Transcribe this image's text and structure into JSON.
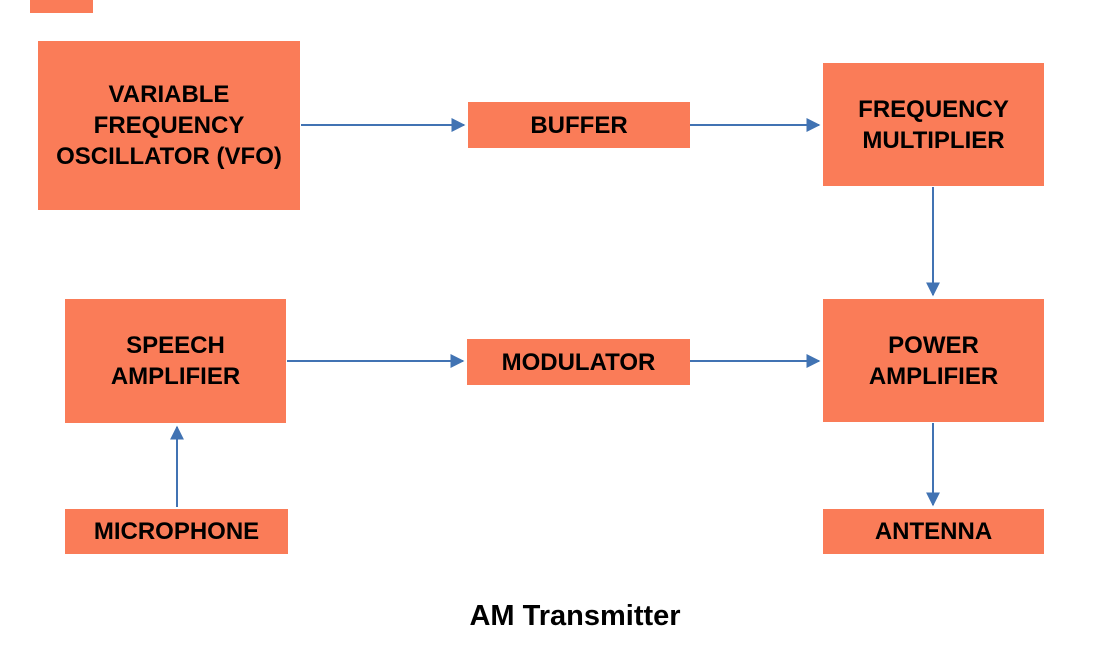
{
  "diagram": {
    "title": "AM Transmitter",
    "nodes": {
      "vfo": {
        "label": "VARIABLE FREQUENCY OSCILLATOR (VFO)"
      },
      "buffer": {
        "label": "BUFFER"
      },
      "frequency_multiplier": {
        "label": "FREQUENCY MULTIPLIER"
      },
      "speech_amplifier": {
        "label": "SPEECH AMPLIFIER"
      },
      "modulator": {
        "label": "MODULATOR"
      },
      "power_amplifier": {
        "label": "POWER AMPLIFIER"
      },
      "microphone": {
        "label": "MICROPHONE"
      },
      "antenna": {
        "label": "ANTENNA"
      }
    },
    "connections": [
      {
        "from": "vfo",
        "to": "buffer",
        "direction": "right"
      },
      {
        "from": "buffer",
        "to": "frequency_multiplier",
        "direction": "right"
      },
      {
        "from": "frequency_multiplier",
        "to": "power_amplifier",
        "direction": "down"
      },
      {
        "from": "microphone",
        "to": "speech_amplifier",
        "direction": "up"
      },
      {
        "from": "speech_amplifier",
        "to": "modulator",
        "direction": "right"
      },
      {
        "from": "modulator",
        "to": "power_amplifier",
        "direction": "right"
      },
      {
        "from": "power_amplifier",
        "to": "antenna",
        "direction": "down"
      }
    ]
  },
  "colors": {
    "node-fill": "#FA7C58",
    "arrow-color": "#4173B3",
    "text-color": "#000000",
    "background": "#FFFFFF"
  }
}
